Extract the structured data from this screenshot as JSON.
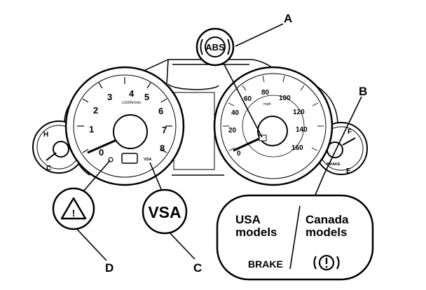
{
  "callouts": {
    "a": "A",
    "b": "B",
    "c": "C",
    "d": "D"
  },
  "icons": {
    "abs": "ABS",
    "vsa": "VSA",
    "warning": "!",
    "brake_usa": "BRAKE",
    "brake_canada": "(!)"
  },
  "tachometer": {
    "ticks": [
      "0",
      "1",
      "2",
      "3",
      "4",
      "5",
      "6",
      "7",
      "8"
    ],
    "unit": "x1000r/min"
  },
  "speedometer": {
    "mph_ticks": [
      "0",
      "20",
      "40",
      "60",
      "80",
      "100",
      "120",
      "140",
      "160"
    ],
    "unit": "mph"
  },
  "brake_panel": {
    "usa_line1": "USA",
    "usa_line2": "models",
    "canada_line1": "Canada",
    "canada_line2": "models"
  },
  "gauge_labels": {
    "temp_h": "H",
    "temp_c": "C",
    "fuel_f": "F",
    "fuel_e": "E",
    "small_vsa": "VSA",
    "small_brake": "BRAKE"
  }
}
